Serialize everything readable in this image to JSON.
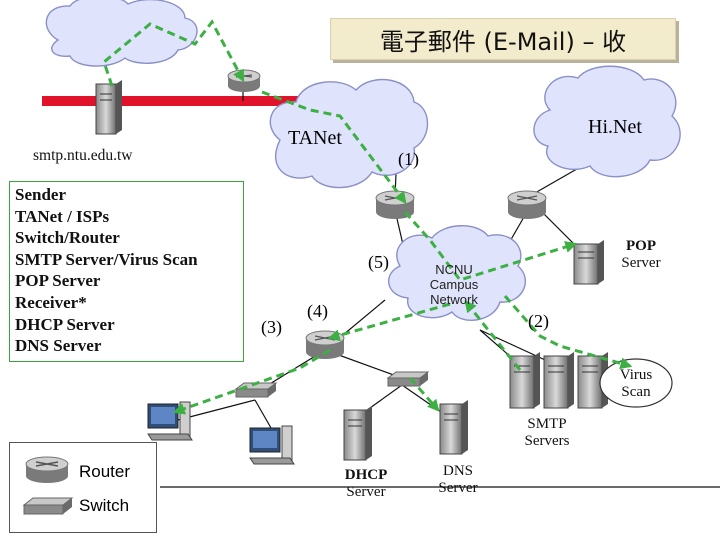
{
  "title": "電子郵件 (E-Mail) – 收",
  "clouds": {
    "tanet": "TANet",
    "hinet": "Hi.Net",
    "ncnu": [
      "NCNU",
      "Campus",
      "Network"
    ]
  },
  "host_label": "smtp.ntu.edu.tw",
  "legend_items": [
    "Sender",
    "TANet / ISPs",
    "Switch/Router",
    "SMTP Server/Virus Scan",
    "POP Server",
    "Receiver*",
    "DHCP Server",
    "DNS Server"
  ],
  "steps": {
    "s1": "(1)",
    "s2": "(2)",
    "s3": "(3)",
    "s4": "(4)",
    "s5": "(5)"
  },
  "servers": {
    "pop": [
      "POP",
      "Server"
    ],
    "virus": [
      "Virus",
      "Scan"
    ],
    "smtp": [
      "SMTP",
      "Servers"
    ],
    "dhcp": [
      "DHCP",
      "Server"
    ],
    "dns": [
      "DNS",
      "Server"
    ]
  },
  "key": {
    "router": "Router",
    "switch": "Switch"
  },
  "colors": {
    "arrow": "#3cb043",
    "cloud_fill": "#dfe3fb",
    "cloud_stroke": "#8a90c8",
    "backbone": "#e0132b"
  }
}
